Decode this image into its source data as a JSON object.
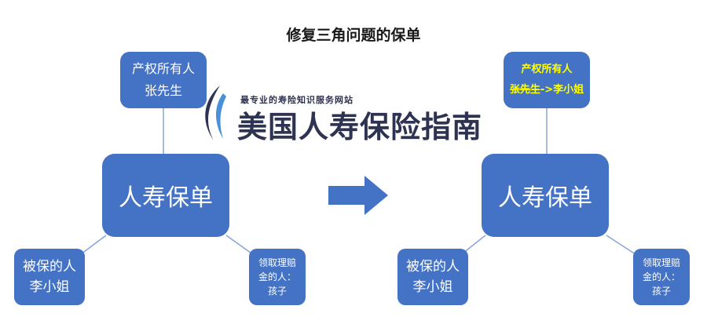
{
  "title": "修复三角问题的保单",
  "watermark": {
    "tagline": "最专业的寿险知识服务网站",
    "brand": "美国人寿保险指南"
  },
  "left_diagram": {
    "owner_label": "产权所有人",
    "owner_name": "张先生",
    "policy": "人寿保单",
    "insured_label": "被保的人",
    "insured_name": "李小姐",
    "beneficiary_line1": "领取理赔",
    "beneficiary_line2": "金的人：",
    "beneficiary_line3": "孩子"
  },
  "right_diagram": {
    "owner_label": "产权所有人",
    "owner_old": "张先生",
    "owner_new": "->李小姐",
    "policy": "人寿保单",
    "insured_label": "被保的人",
    "insured_name": "李小姐",
    "beneficiary_line1": "领取理赔",
    "beneficiary_line2": "金的人：",
    "beneficiary_line3": "孩子"
  },
  "colors": {
    "box_fill": "#4472c4",
    "connector": "#8aa6d6",
    "arrow": "#4472c4",
    "highlight_text": "#ffff00"
  }
}
